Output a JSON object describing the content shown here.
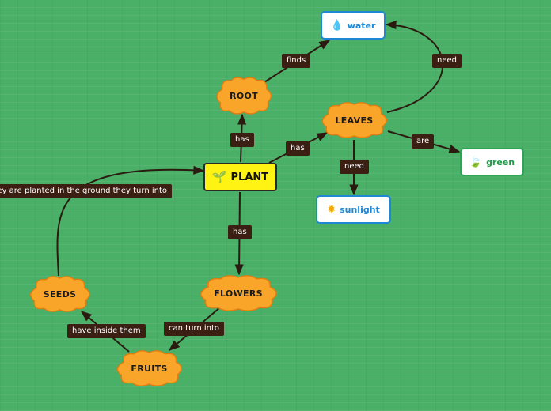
{
  "nodes": {
    "plant": "PLANT",
    "root": "ROOT",
    "water": "water",
    "leaves": "LEAVES",
    "green": "green",
    "sunlight": "sunlight",
    "flowers": "FLOWERS",
    "fruits": "FRUITS",
    "seeds": "SEEDS"
  },
  "links": {
    "plant_root": "has",
    "root_water": "finds",
    "leaves_water": "need",
    "plant_leaves": "has",
    "leaves_green": "are",
    "leaves_sunlight": "need",
    "plant_flowers": "has",
    "flowers_fruits": "can turn into",
    "fruits_seeds": "have inside them",
    "seeds_plant": "if they are planted in the ground they turn into"
  },
  "icons": {
    "plant": "sprout-icon",
    "water": "water-drop-icon",
    "green": "leaf-icon",
    "sunlight": "sun-icon"
  },
  "colors": {
    "background": "#4aaf67",
    "cloud_fill": "#f9a52a",
    "cloud_stroke": "#e07d10",
    "center_fill": "#fff313",
    "label_fill": "#3a1f12",
    "water_text": "#1e88d4",
    "green_text": "#1f9a4a",
    "sunlight_text": "#1e88d4",
    "connector": "#2b1a10"
  }
}
